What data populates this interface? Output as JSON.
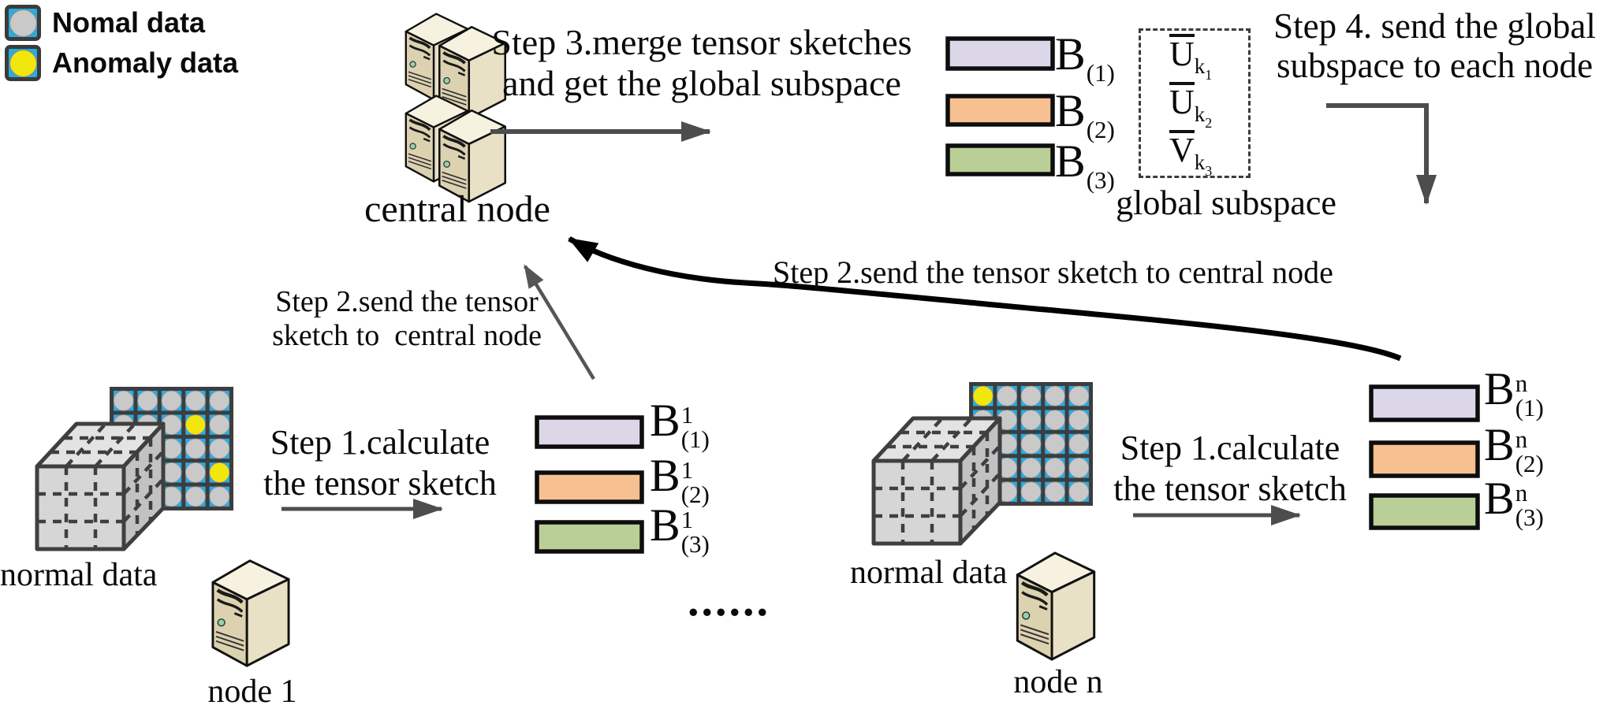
{
  "legend": {
    "items": [
      {
        "label": "Nomal data",
        "dot_color": "#c9c9c9"
      },
      {
        "label": "Anomaly data",
        "dot_color": "#f2e70c"
      }
    ],
    "cell_bg": "#29abe2"
  },
  "central": {
    "label": "central node"
  },
  "steps": {
    "step1_left": {
      "line1": "Step 1.calculate",
      "line2": "the tensor sketch"
    },
    "step1_right": {
      "line1": "Step 1.calculate",
      "line2": "the tensor sketch"
    },
    "step2_left": {
      "line1": "Step 2.send the tensor",
      "line2": "sketch to  central node"
    },
    "step2_right": {
      "label": "Step 2.send the tensor sketch to central node"
    },
    "step3": {
      "line1": "Step 3.merge tensor sketches",
      "line2": "and get the global subspace"
    },
    "step4": {
      "line1": "Step 4. send the global",
      "line2": "subspace to each node"
    }
  },
  "global_subspace": {
    "label": "global subspace",
    "items": [
      {
        "base": "U",
        "sub": "k",
        "subsub": "1"
      },
      {
        "base": "U",
        "sub": "k",
        "subsub": "2"
      },
      {
        "base": "V",
        "sub": "k",
        "subsub": "3"
      }
    ]
  },
  "sketches": {
    "central": [
      {
        "base": "B",
        "sup": "",
        "sub": "(1)"
      },
      {
        "base": "B",
        "sup": "",
        "sub": "(2)"
      },
      {
        "base": "B",
        "sup": "",
        "sub": "(3)"
      }
    ],
    "node1": [
      {
        "base": "B",
        "sup": "1",
        "sub": "(1)"
      },
      {
        "base": "B",
        "sup": "1",
        "sub": "(2)"
      },
      {
        "base": "B",
        "sup": "1",
        "sub": "(3)"
      }
    ],
    "noden": [
      {
        "base": "B",
        "sup": "n",
        "sub": "(1)"
      },
      {
        "base": "B",
        "sup": "n",
        "sub": "(2)"
      },
      {
        "base": "B",
        "sup": "n",
        "sub": "(3)"
      }
    ]
  },
  "nodes": {
    "left": {
      "label": "node 1",
      "data_label": "normal data"
    },
    "right": {
      "label": "node n",
      "data_label": "normal data"
    }
  },
  "dots": "......",
  "colors": {
    "bar_lavender": "#dcd6e9",
    "bar_orange": "#f7c091",
    "bar_green": "#b9cf97",
    "grid_blue": "#29abe2",
    "normal_circle": "#c9c9c9",
    "anomaly_circle": "#f2e70c",
    "arrow_gray": "#4d4d4d",
    "arrow_black": "#000000"
  }
}
